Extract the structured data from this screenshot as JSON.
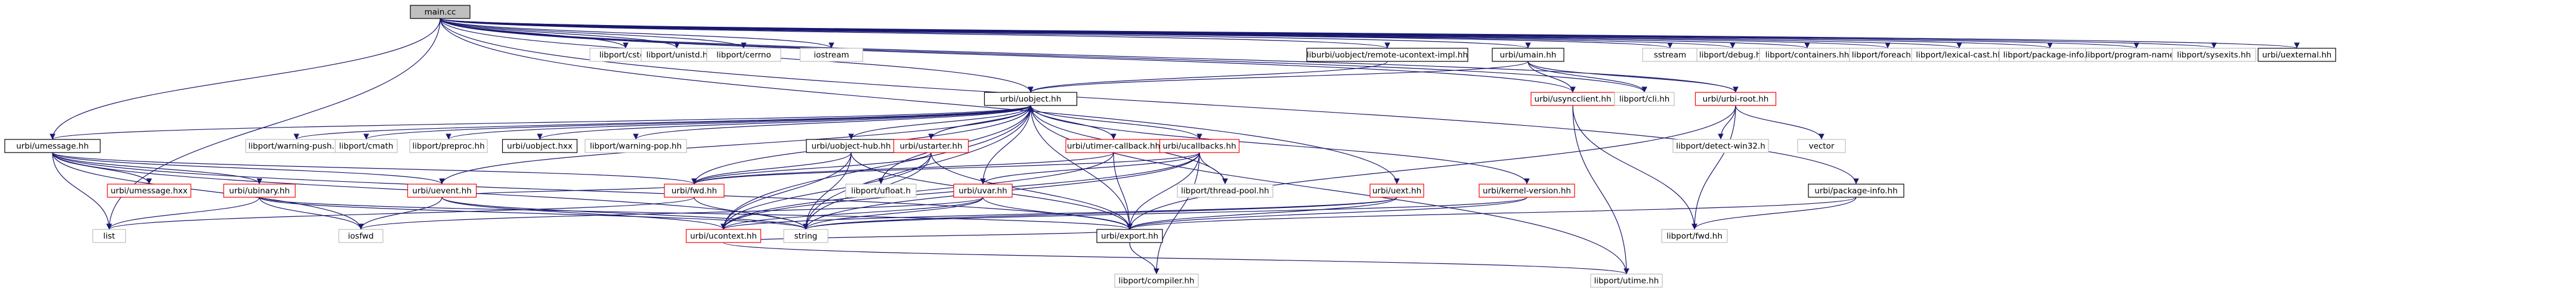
{
  "colors": {
    "node_fill": "#ffffff",
    "black_border": "#000000",
    "grey_border": "#bfbfbf",
    "red_border": "#ff0000",
    "root_fill": "#bfbfbf",
    "edge": "#191970",
    "text": "#000000"
  },
  "nodes": [
    {
      "id": "main",
      "label": "main.cc",
      "style": "root"
    },
    {
      "id": "cstdio",
      "label": "libport/cstdio",
      "style": "grey"
    },
    {
      "id": "unistd",
      "label": "libport/unistd.h",
      "style": "grey"
    },
    {
      "id": "cerrno",
      "label": "libport/cerrno",
      "style": "grey"
    },
    {
      "id": "iostream",
      "label": "iostream",
      "style": "grey"
    },
    {
      "id": "remote",
      "label": "liburbi/uobject/remote-ucontext-impl.hh",
      "style": "black"
    },
    {
      "id": "umain",
      "label": "urbi/umain.hh",
      "style": "black"
    },
    {
      "id": "sstream",
      "label": "sstream",
      "style": "grey"
    },
    {
      "id": "debug",
      "label": "libport/debug.hh",
      "style": "grey"
    },
    {
      "id": "containers",
      "label": "libport/containers.hh",
      "style": "grey"
    },
    {
      "id": "foreach",
      "label": "libport/foreach.hh",
      "style": "grey"
    },
    {
      "id": "lexical",
      "label": "libport/lexical-cast.hh",
      "style": "grey"
    },
    {
      "id": "pkginfo_lp",
      "label": "libport/package-info.hh",
      "style": "grey"
    },
    {
      "id": "progname",
      "label": "libport/program-name.hh",
      "style": "grey"
    },
    {
      "id": "sysexits",
      "label": "libport/sysexits.hh",
      "style": "grey"
    },
    {
      "id": "uexternal",
      "label": "urbi/uexternal.hh",
      "style": "black"
    },
    {
      "id": "uobject",
      "label": "urbi/uobject.hh",
      "style": "black"
    },
    {
      "id": "usyncclient",
      "label": "urbi/usyncclient.hh",
      "style": "red"
    },
    {
      "id": "cli",
      "label": "libport/cli.hh",
      "style": "grey"
    },
    {
      "id": "urbiroot",
      "label": "urbi/urbi-root.hh",
      "style": "red"
    },
    {
      "id": "umessage",
      "label": "urbi/umessage.hh",
      "style": "black"
    },
    {
      "id": "wpush",
      "label": "libport/warning-push.hh",
      "style": "grey"
    },
    {
      "id": "cmath",
      "label": "libport/cmath",
      "style": "grey"
    },
    {
      "id": "preproc",
      "label": "libport/preproc.hh",
      "style": "grey"
    },
    {
      "id": "uobjecthxx",
      "label": "urbi/uobject.hxx",
      "style": "black"
    },
    {
      "id": "wpop",
      "label": "libport/warning-pop.hh",
      "style": "grey"
    },
    {
      "id": "uobjecthub",
      "label": "urbi/uobject-hub.hh",
      "style": "black"
    },
    {
      "id": "ustarter",
      "label": "urbi/ustarter.hh",
      "style": "red"
    },
    {
      "id": "utimercb",
      "label": "urbi/utimer-callback.hh",
      "style": "red"
    },
    {
      "id": "ucallbacks",
      "label": "urbi/ucallbacks.hh",
      "style": "red"
    },
    {
      "id": "detectwin",
      "label": "libport/detect-win32.h",
      "style": "grey"
    },
    {
      "id": "vector",
      "label": "vector",
      "style": "grey"
    },
    {
      "id": "umessagehxx",
      "label": "urbi/umessage.hxx",
      "style": "red"
    },
    {
      "id": "ubinary",
      "label": "urbi/ubinary.hh",
      "style": "red"
    },
    {
      "id": "uevent",
      "label": "urbi/uevent.hh",
      "style": "red"
    },
    {
      "id": "fwd",
      "label": "urbi/fwd.hh",
      "style": "red"
    },
    {
      "id": "ufloat",
      "label": "libport/ufloat.h",
      "style": "grey"
    },
    {
      "id": "uvar",
      "label": "urbi/uvar.hh",
      "style": "red"
    },
    {
      "id": "threadpool",
      "label": "libport/thread-pool.hh",
      "style": "grey"
    },
    {
      "id": "uext",
      "label": "urbi/uext.hh",
      "style": "red"
    },
    {
      "id": "kernelver",
      "label": "urbi/kernel-version.hh",
      "style": "red"
    },
    {
      "id": "pkginfo_urbi",
      "label": "urbi/package-info.hh",
      "style": "black"
    },
    {
      "id": "list",
      "label": "list",
      "style": "grey"
    },
    {
      "id": "iosfwd",
      "label": "iosfwd",
      "style": "grey"
    },
    {
      "id": "ucontext",
      "label": "urbi/ucontext.hh",
      "style": "red"
    },
    {
      "id": "string",
      "label": "string",
      "style": "grey"
    },
    {
      "id": "export",
      "label": "urbi/export.hh",
      "style": "black"
    },
    {
      "id": "fwd_lp",
      "label": "libport/fwd.hh",
      "style": "grey"
    },
    {
      "id": "compiler",
      "label": "libport/compiler.hh",
      "style": "grey"
    },
    {
      "id": "utime",
      "label": "libport/utime.hh",
      "style": "grey"
    }
  ],
  "edges": [
    [
      "main",
      "cstdio"
    ],
    [
      "main",
      "unistd"
    ],
    [
      "main",
      "cerrno"
    ],
    [
      "main",
      "iostream"
    ],
    [
      "main",
      "remote"
    ],
    [
      "main",
      "umain"
    ],
    [
      "main",
      "sstream"
    ],
    [
      "main",
      "debug"
    ],
    [
      "main",
      "containers"
    ],
    [
      "main",
      "foreach"
    ],
    [
      "main",
      "lexical"
    ],
    [
      "main",
      "pkginfo_lp"
    ],
    [
      "main",
      "progname"
    ],
    [
      "main",
      "sysexits"
    ],
    [
      "main",
      "uexternal"
    ],
    [
      "main",
      "uobject"
    ],
    [
      "main",
      "usyncclient"
    ],
    [
      "main",
      "cli"
    ],
    [
      "main",
      "urbiroot"
    ],
    [
      "main",
      "pkginfo_urbi"
    ],
    [
      "main",
      "umessage"
    ],
    [
      "main",
      "uext"
    ],
    [
      "main",
      "list"
    ],
    [
      "remote",
      "uobject"
    ],
    [
      "umain",
      "uobject"
    ],
    [
      "umain",
      "usyncclient"
    ],
    [
      "umain",
      "cli"
    ],
    [
      "umain",
      "urbiroot"
    ],
    [
      "uobject",
      "umessage"
    ],
    [
      "uobject",
      "wpush"
    ],
    [
      "uobject",
      "cmath"
    ],
    [
      "uobject",
      "preproc"
    ],
    [
      "uobject",
      "uobjecthxx"
    ],
    [
      "uobject",
      "wpop"
    ],
    [
      "uobject",
      "uobjecthub"
    ],
    [
      "uobject",
      "ustarter"
    ],
    [
      "uobject",
      "utimercb"
    ],
    [
      "uobject",
      "ucallbacks"
    ],
    [
      "uobject",
      "fwd"
    ],
    [
      "uobject",
      "ufloat"
    ],
    [
      "uobject",
      "uvar"
    ],
    [
      "uobject",
      "threadpool"
    ],
    [
      "uobject",
      "uevent"
    ],
    [
      "uobject",
      "ucontext"
    ],
    [
      "uobject",
      "export"
    ],
    [
      "uobject",
      "string"
    ],
    [
      "uobject",
      "utime"
    ],
    [
      "uobject",
      "kernelver"
    ],
    [
      "usyncclient",
      "utime"
    ],
    [
      "usyncclient",
      "fwd_lp"
    ],
    [
      "urbiroot",
      "detectwin"
    ],
    [
      "urbiroot",
      "vector"
    ],
    [
      "urbiroot",
      "export"
    ],
    [
      "urbiroot",
      "fwd_lp"
    ],
    [
      "umessage",
      "umessagehxx"
    ],
    [
      "umessage",
      "ubinary"
    ],
    [
      "umessage",
      "uevent"
    ],
    [
      "umessage",
      "fwd"
    ],
    [
      "umessage",
      "list"
    ],
    [
      "umessage",
      "iosfwd"
    ],
    [
      "umessage",
      "string"
    ],
    [
      "umessage",
      "export"
    ],
    [
      "uobjecthub",
      "fwd"
    ],
    [
      "uobjecthub",
      "string"
    ],
    [
      "uobjecthub",
      "export"
    ],
    [
      "uobjecthub",
      "ucontext"
    ],
    [
      "ustarter",
      "uobject"
    ],
    [
      "ustarter",
      "fwd"
    ],
    [
      "ustarter",
      "string"
    ],
    [
      "ustarter",
      "export"
    ],
    [
      "ustarter",
      "ucontext"
    ],
    [
      "utimercb",
      "ucallbacks"
    ],
    [
      "utimercb",
      "fwd"
    ],
    [
      "utimercb",
      "ucontext"
    ],
    [
      "utimercb",
      "export"
    ],
    [
      "ucallbacks",
      "uvar"
    ],
    [
      "ucallbacks",
      "fwd"
    ],
    [
      "ucallbacks",
      "threadpool"
    ],
    [
      "ucallbacks",
      "ucontext"
    ],
    [
      "ucallbacks",
      "export"
    ],
    [
      "ucallbacks",
      "string"
    ],
    [
      "ucallbacks",
      "compiler"
    ],
    [
      "ubinary",
      "list"
    ],
    [
      "ubinary",
      "iosfwd"
    ],
    [
      "ubinary",
      "string"
    ],
    [
      "ubinary",
      "export"
    ],
    [
      "uevent",
      "fwd"
    ],
    [
      "uevent",
      "string"
    ],
    [
      "uevent",
      "ucontext"
    ],
    [
      "uevent",
      "iosfwd"
    ],
    [
      "fwd",
      "list"
    ],
    [
      "fwd",
      "string"
    ],
    [
      "uvar",
      "ucontext"
    ],
    [
      "uvar",
      "string"
    ],
    [
      "uvar",
      "export"
    ],
    [
      "uvar",
      "iosfwd"
    ],
    [
      "uext",
      "ucontext"
    ],
    [
      "uext",
      "export"
    ],
    [
      "uext",
      "string"
    ],
    [
      "kernelver",
      "export"
    ],
    [
      "kernelver",
      "string"
    ],
    [
      "pkginfo_urbi",
      "export"
    ],
    [
      "pkginfo_urbi",
      "fwd_lp"
    ],
    [
      "ucontext",
      "export"
    ],
    [
      "ucontext",
      "utime"
    ],
    [
      "export",
      "compiler"
    ]
  ]
}
